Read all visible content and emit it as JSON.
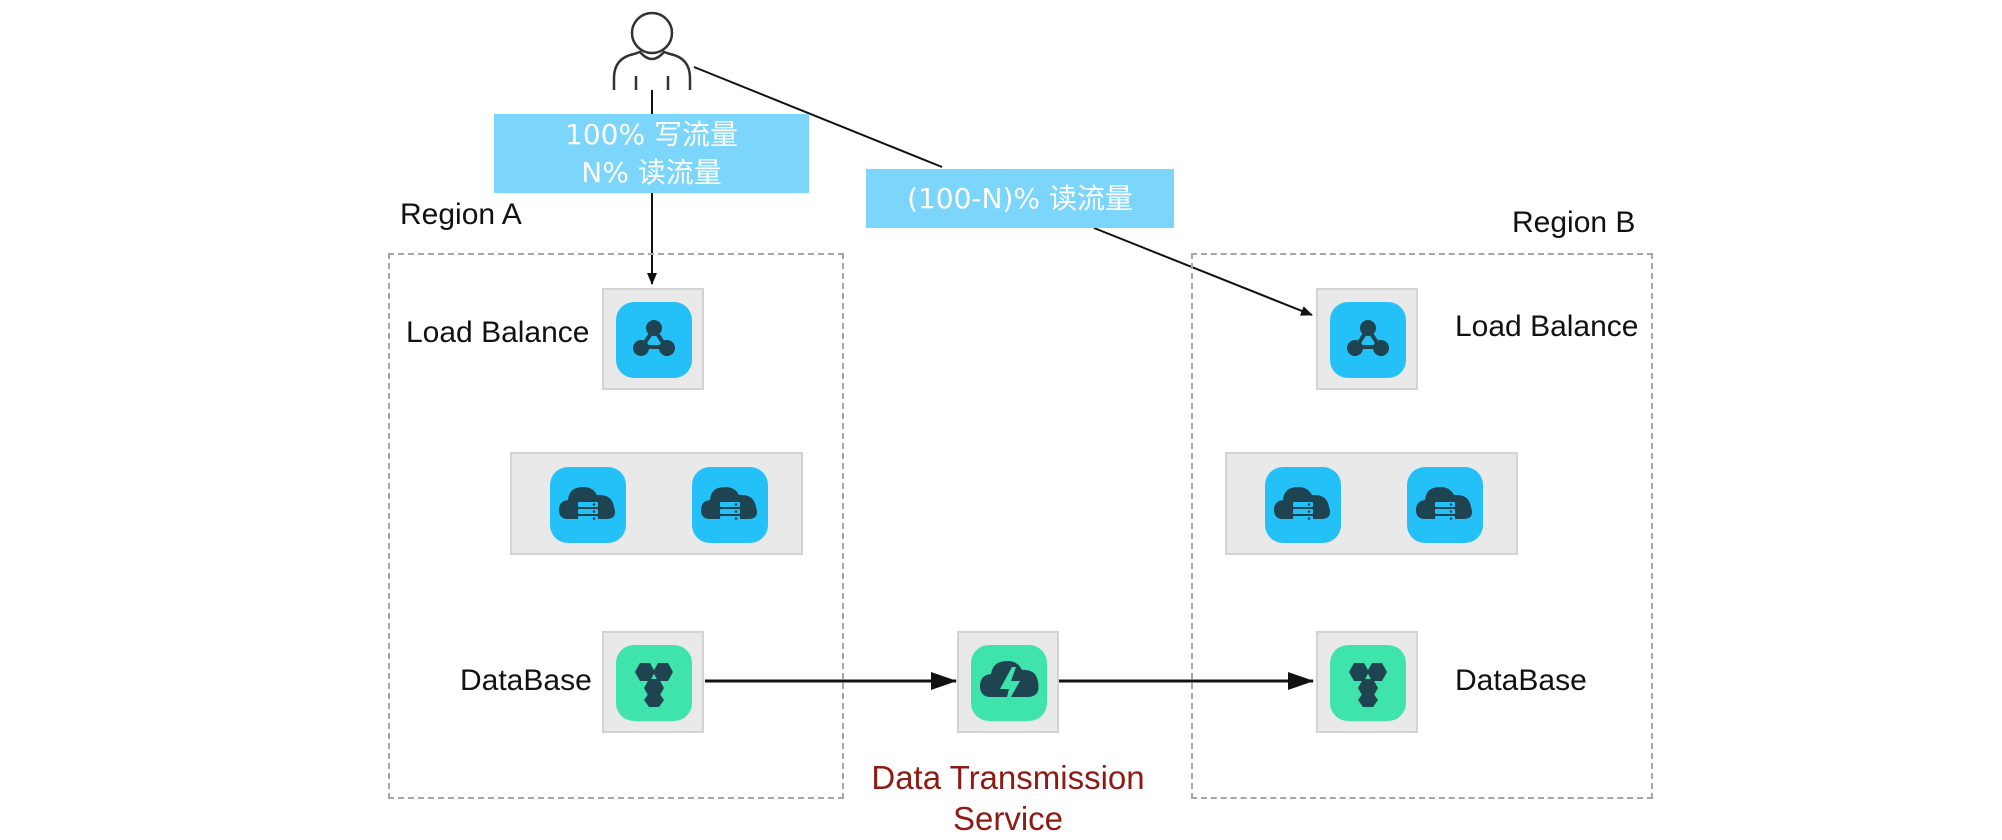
{
  "user": {
    "icon": "user-icon"
  },
  "write_read_label": {
    "line1": "100% 写流量",
    "line2": "N% 读流量"
  },
  "read_label_b": "(100-N)% 读流量",
  "region_a": {
    "title": "Region A",
    "load_balance_label": "Load Balance",
    "database_label": "DataBase"
  },
  "region_b": {
    "title": "Region B",
    "load_balance_label": "Load Balance",
    "database_label": "DataBase"
  },
  "dts": {
    "line1": "Data Transmission",
    "line2": "Service"
  },
  "icons": {
    "load_balancer": "load-balancer-icon",
    "server": "cloud-server-icon",
    "database": "database-icon",
    "dts": "dts-icon"
  },
  "colors": {
    "lb_and_server_tile": "#24c1f8",
    "database_tile": "#3ee4ab",
    "icon_glyph": "#1f4451",
    "label_background": "#7cd5fb",
    "dts_text": "#8e1a13"
  }
}
